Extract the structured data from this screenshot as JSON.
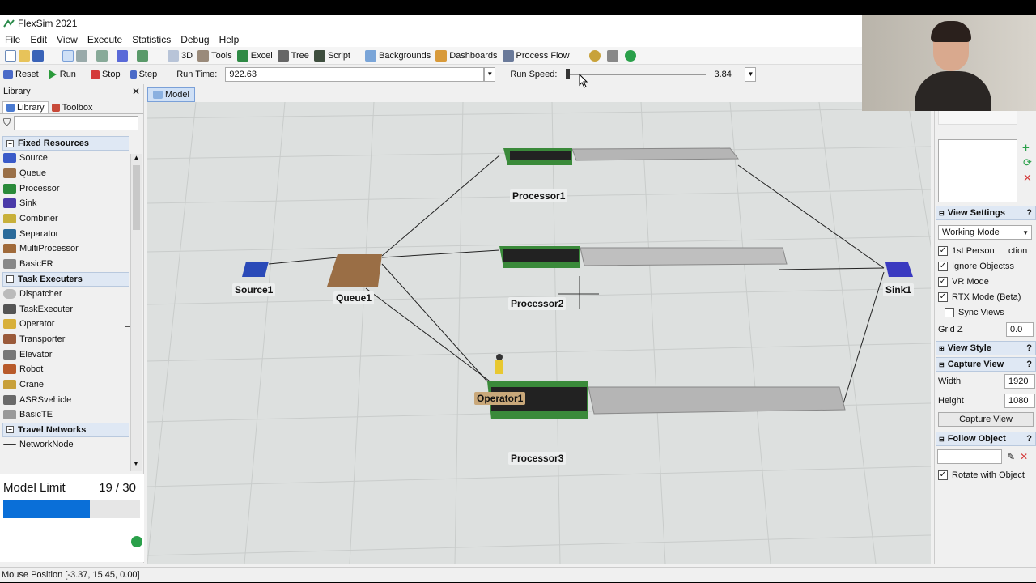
{
  "app": {
    "title": "FlexSim 2021"
  },
  "menu": [
    "File",
    "Edit",
    "View",
    "Execute",
    "Statistics",
    "Debug",
    "Help"
  ],
  "toolbar": {
    "items": [
      "3D",
      "Tools",
      "Excel",
      "Tree",
      "Script",
      "Backgrounds",
      "Dashboards",
      "Process Flow"
    ]
  },
  "run": {
    "reset": "Reset",
    "run": "Run",
    "stop": "Stop",
    "step": "Step",
    "run_time_label": "Run Time:",
    "run_time": "922.63",
    "run_speed_label": "Run Speed:",
    "run_speed": "3.84"
  },
  "library": {
    "title": "Library",
    "tabs": [
      "Library",
      "Toolbox"
    ],
    "sections": [
      {
        "name": "Fixed Resources",
        "items": [
          "Source",
          "Queue",
          "Processor",
          "Sink",
          "Combiner",
          "Separator",
          "MultiProcessor",
          "BasicFR"
        ]
      },
      {
        "name": "Task Executers",
        "items": [
          "Dispatcher",
          "TaskExecuter",
          "Operator",
          "Transporter",
          "Elevator",
          "Robot",
          "Crane",
          "ASRSvehicle",
          "BasicTE"
        ]
      },
      {
        "name": "Travel Networks",
        "items": [
          "NetworkNode"
        ]
      }
    ]
  },
  "limit": {
    "label": "Model Limit",
    "value": "19 / 30",
    "fraction": 0.633
  },
  "model_tab": "Model",
  "model": {
    "source": "Source1",
    "queue": "Queue1",
    "processor1": "Processor1",
    "processor2": "Processor2",
    "processor3": "Processor3",
    "operator": "Operator1",
    "sink": "Sink1"
  },
  "right": {
    "view_settings": "View Settings",
    "mode": "Working Mode",
    "checks": [
      {
        "label": "1st Person",
        "extra": "ction",
        "checked": true
      },
      {
        "label": "Ignore Objects",
        "extra": "s",
        "checked": true
      },
      {
        "label": "VR Mode",
        "extra": "",
        "checked": true
      },
      {
        "label": "RTX Mode (Beta)",
        "extra": "",
        "checked": true
      },
      {
        "label": "Sync Views",
        "extra": "",
        "checked": false
      }
    ],
    "grid_z_label": "Grid Z",
    "grid_z": "0.0",
    "view_style": "View Style",
    "capture_view": "Capture View",
    "width_label": "Width",
    "width": "1920",
    "height_label": "Height",
    "height": "1080",
    "capture_button": "Capture View",
    "follow_object": "Follow Object",
    "rotate_label": "Rotate with Object"
  },
  "status": {
    "mouse": "Mouse Position [-3.37, 15.45, 0.00]"
  }
}
